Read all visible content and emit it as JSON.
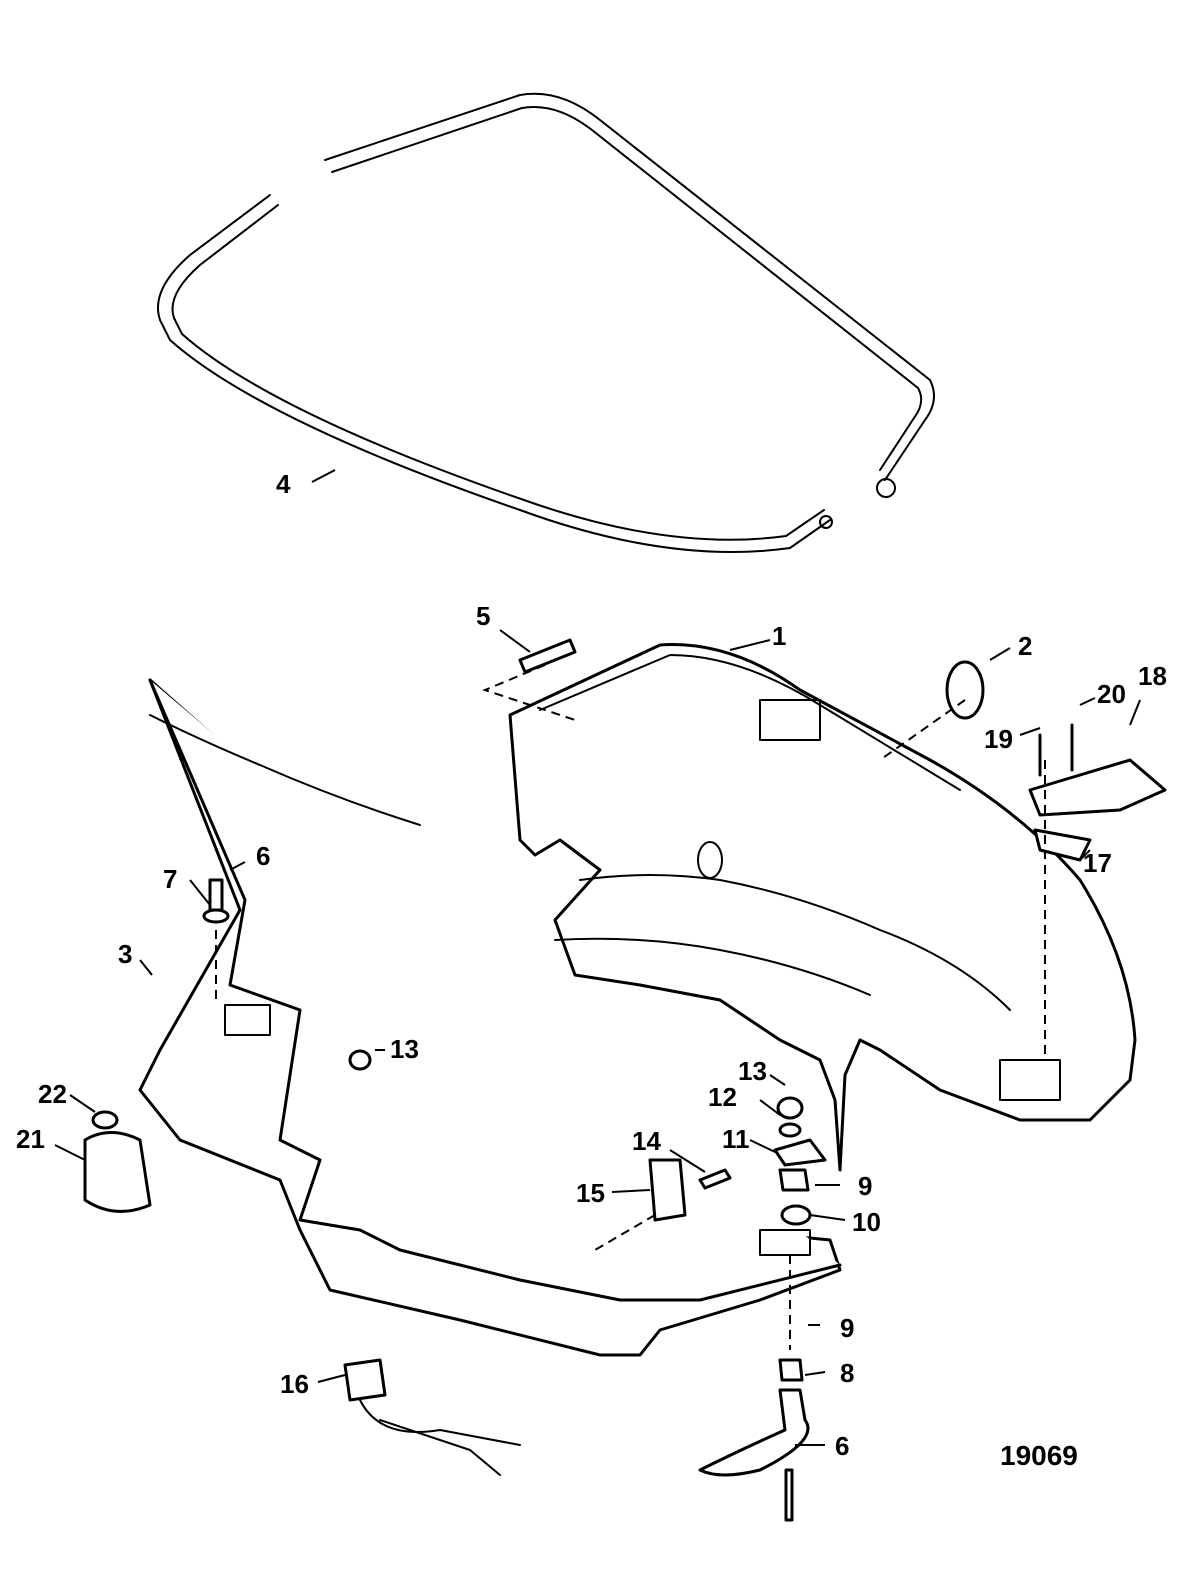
{
  "figure_number": "19069",
  "callouts": {
    "c1": "1",
    "c2": "2",
    "c3": "3",
    "c4": "4",
    "c5": "5",
    "c6a": "6",
    "c6b": "6",
    "c7": "7",
    "c8": "8",
    "c9a": "9",
    "c9b": "9",
    "c10": "10",
    "c11": "11",
    "c12": "12",
    "c13a": "13",
    "c13b": "13",
    "c14": "14",
    "c15": "15",
    "c16": "16",
    "c17": "17",
    "c18": "18",
    "c19": "19",
    "c20": "20",
    "c21": "21",
    "c22": "22"
  }
}
